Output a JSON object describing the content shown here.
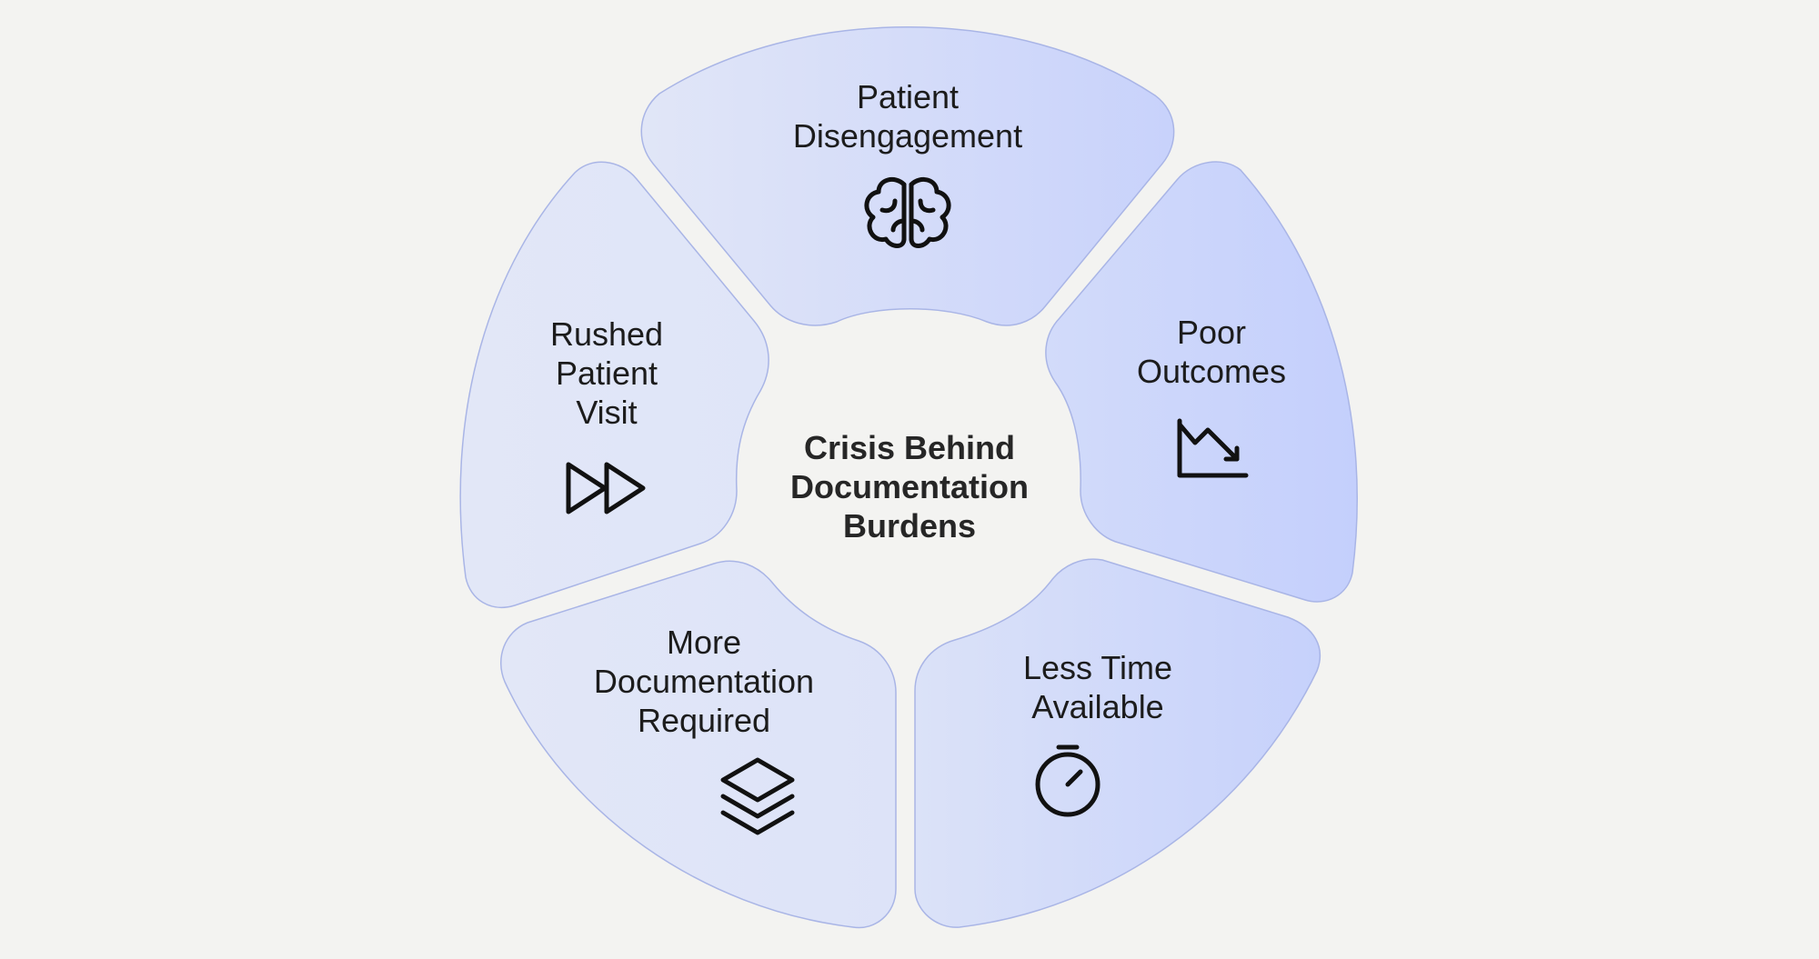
{
  "diagram": {
    "center_title": [
      "Crisis Behind",
      "Documentation",
      "Burdens"
    ],
    "segments": [
      {
        "lines": [
          "Patient",
          "Disengagement"
        ],
        "icon": "brain-icon"
      },
      {
        "lines": [
          "Poor",
          "Outcomes"
        ],
        "icon": "chart-down-icon"
      },
      {
        "lines": [
          "Less Time",
          "Available"
        ],
        "icon": "stopwatch-icon"
      },
      {
        "lines": [
          "More",
          "Documentation",
          "Required"
        ],
        "icon": "layers-icon"
      },
      {
        "lines": [
          "Rushed",
          "Patient",
          "Visit"
        ],
        "icon": "fast-forward-icon"
      }
    ],
    "colors": {
      "background": "#f3f3f1",
      "segment_light": "#e1e6f7",
      "segment_accent": "#c6d1fb",
      "segment_border": "#a9b5e6",
      "text": "#1c1c1c"
    }
  }
}
